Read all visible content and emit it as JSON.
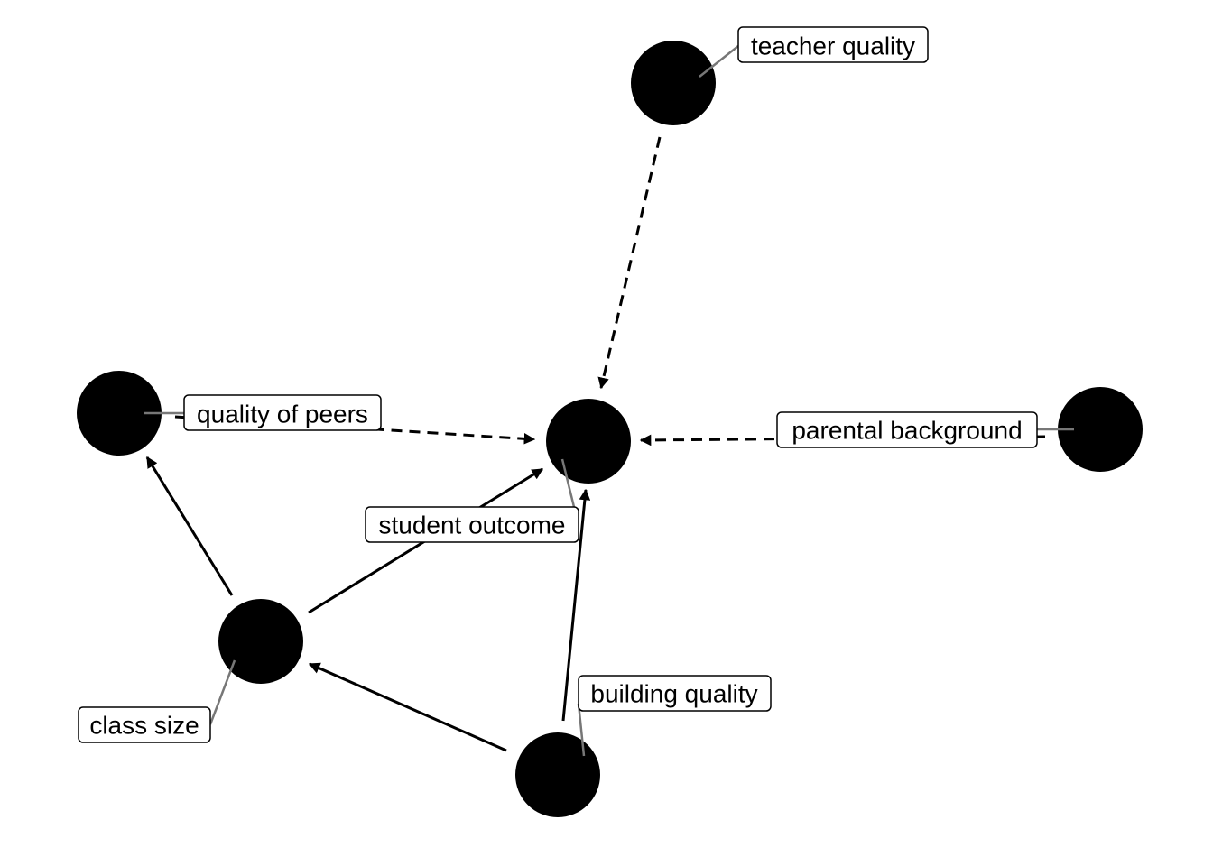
{
  "diagram": {
    "nodes": [
      {
        "id": "teacher_quality",
        "label": "teacher quality"
      },
      {
        "id": "quality_of_peers",
        "label": "quality of peers"
      },
      {
        "id": "student_outcome",
        "label": "student outcome"
      },
      {
        "id": "parental_background",
        "label": "parental background"
      },
      {
        "id": "class_size",
        "label": "class size"
      },
      {
        "id": "building_quality",
        "label": "building quality"
      }
    ],
    "edges": [
      {
        "from": "teacher_quality",
        "to": "student_outcome",
        "style": "dashed"
      },
      {
        "from": "quality_of_peers",
        "to": "student_outcome",
        "style": "dashed"
      },
      {
        "from": "parental_background",
        "to": "student_outcome",
        "style": "dashed"
      },
      {
        "from": "class_size",
        "to": "student_outcome",
        "style": "solid"
      },
      {
        "from": "class_size",
        "to": "quality_of_peers",
        "style": "solid"
      },
      {
        "from": "building_quality",
        "to": "student_outcome",
        "style": "solid"
      },
      {
        "from": "building_quality",
        "to": "class_size",
        "style": "solid"
      }
    ],
    "colors": {
      "node": "#000000",
      "edge": "#000000",
      "leader": "#777777",
      "label_border": "#000000",
      "label_fill": "#ffffff"
    }
  }
}
